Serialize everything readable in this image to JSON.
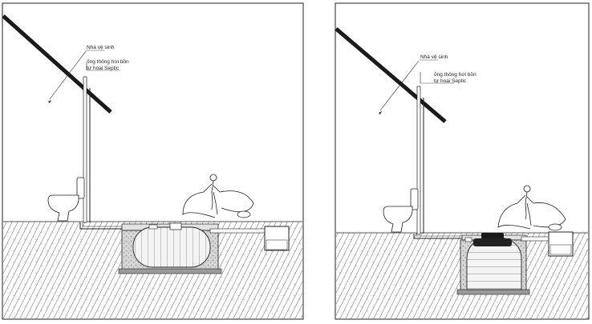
{
  "panels": [
    {
      "id": "left",
      "tank_type": "horizontal-cylinder",
      "label_toilet": "Nhà vệ sinh",
      "label_vent_line1": "ống thông hơi bồn",
      "label_vent_line2": "tự hoại Septic"
    },
    {
      "id": "right",
      "tank_type": "upright-dome",
      "label_toilet": "Nhà vệ sinh",
      "label_vent_line1": "ống thông hơi bồn",
      "label_vent_line2": "tự hoại Septic"
    }
  ],
  "colors": {
    "line": "#1a1a1a",
    "soil_hatch": "#777777",
    "concrete": "#bdbdbd",
    "tank_fill": "#f4f4f4"
  }
}
